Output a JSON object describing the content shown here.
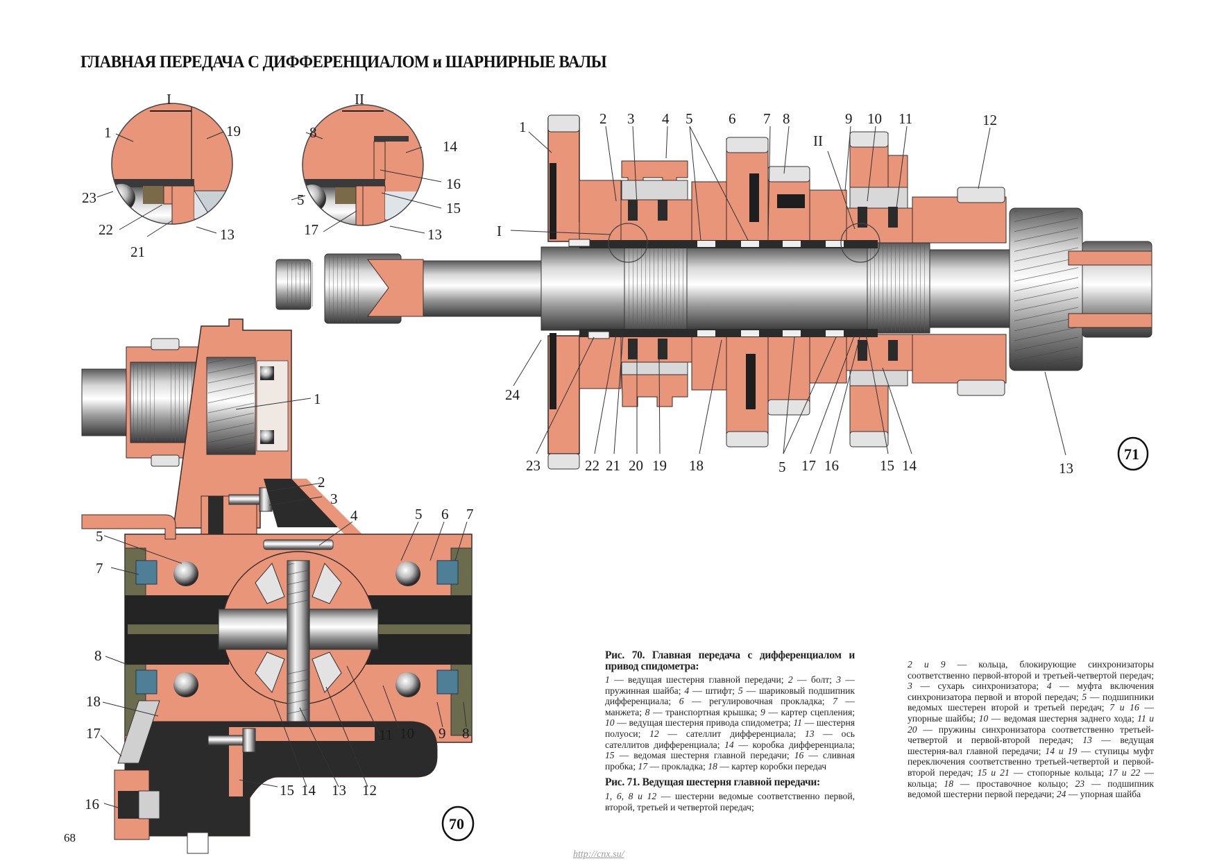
{
  "page": {
    "title": "ГЛАВНАЯ ПЕРЕДАЧА С ДИФФЕРЕНЦИАЛОМ и ШАРНИРНЫЕ ВАЛЫ",
    "page_number": "68",
    "source_url": "http://cnx.su/"
  },
  "colors": {
    "section_fill": "#e8957a",
    "section_outline": "#3a2a25",
    "steel_light": "#e6e6e6",
    "steel_dark": "#2b2b2b",
    "seal_blue": "#4f7f96"
  },
  "figure71": {
    "number": "71",
    "detail_markers": [
      "I",
      "II"
    ],
    "callouts_top": [
      "1",
      "2",
      "3",
      "4",
      "5",
      "6",
      "7",
      "8",
      "9",
      "10",
      "11",
      "12"
    ],
    "callouts_bottom": [
      "24",
      "23",
      "22",
      "21",
      "20",
      "19",
      "18",
      "5",
      "17",
      "16",
      "15",
      "14",
      "13"
    ],
    "callout_left_I": "I",
    "callout_II_upper": "II"
  },
  "inset_I": {
    "label": "I",
    "callouts": [
      "1",
      "19",
      "23",
      "22",
      "21",
      "13"
    ]
  },
  "inset_II": {
    "label": "II",
    "callouts": [
      "8",
      "14",
      "16",
      "5",
      "15",
      "17",
      "13"
    ]
  },
  "figure70": {
    "number": "70",
    "callouts": [
      "1",
      "2",
      "3",
      "4",
      "5",
      "6",
      "7",
      "5",
      "7",
      "8",
      "18",
      "17",
      "16",
      "15",
      "14",
      "13",
      "12",
      "11",
      "10",
      "9",
      "8"
    ]
  },
  "caption70": {
    "title": "Рис. 70. Главная передача с дифференциалом и привод спидометра:",
    "entries": [
      {
        "n": "1",
        "t": "ведущая шестерня главной передачи;"
      },
      {
        "n": "2",
        "t": "болт;"
      },
      {
        "n": "3",
        "t": "пружинная шайба;"
      },
      {
        "n": "4",
        "t": "штифт;"
      },
      {
        "n": "5",
        "t": "шариковый подшипник дифференциала;"
      },
      {
        "n": "6",
        "t": "регулировочная прокладка;"
      },
      {
        "n": "7",
        "t": "манжета;"
      },
      {
        "n": "8",
        "t": "транспортная крышка;"
      },
      {
        "n": "9",
        "t": "картер сцепления;"
      },
      {
        "n": "10",
        "t": "ведущая шестерня привода спидометра;"
      },
      {
        "n": "11",
        "t": "шестерня полуоси;"
      },
      {
        "n": "12",
        "t": "сателлит дифференциала;"
      },
      {
        "n": "13",
        "t": "ось сателлитов дифференциала;"
      },
      {
        "n": "14",
        "t": "коробка дифференциала;"
      },
      {
        "n": "15",
        "t": "ведомая шестерня главной передачи;"
      },
      {
        "n": "16",
        "t": "сливная пробка;"
      },
      {
        "n": "17",
        "t": "прокладка;"
      },
      {
        "n": "18",
        "t": "картер коробки передач"
      }
    ]
  },
  "caption71": {
    "title": "Рис. 71. Ведущая шестерня главной передачи:",
    "entries": [
      {
        "n": "1, 6, 8 и 12",
        "t": "шестерни ведомые соответственно первой, второй, третьей и четвертой передач;"
      },
      {
        "n": "2 и 9",
        "t": "кольца, блокирующие синхронизаторы соответственно первой-второй и третьей-четвертой передач;"
      },
      {
        "n": "3",
        "t": "сухарь синхронизатора;"
      },
      {
        "n": "4",
        "t": "муфта включения синхронизатора первой и второй передач;"
      },
      {
        "n": "5",
        "t": "подшипники ведомых шестерен второй и третьей передач;"
      },
      {
        "n": "7 и 16",
        "t": "упорные шайбы;"
      },
      {
        "n": "10",
        "t": "ведомая шестерня заднего хода;"
      },
      {
        "n": "11 и 20",
        "t": "пружины синхронизатора соответственно третьей-четвертой и первой-второй передач;"
      },
      {
        "n": "13",
        "t": "ведущая шестерня-вал главной передачи;"
      },
      {
        "n": "14 и 19",
        "t": "ступицы муфт переключения соответственно третьей-четвертой и первой-второй передач;"
      },
      {
        "n": "15 и 21",
        "t": "стопорные кольца;"
      },
      {
        "n": "17 и 22",
        "t": "кольца;"
      },
      {
        "n": "18",
        "t": "проставочное кольцо;"
      },
      {
        "n": "23",
        "t": "подшипник ведомой шестерни первой передачи;"
      },
      {
        "n": "24",
        "t": "упорная шайба"
      }
    ]
  }
}
